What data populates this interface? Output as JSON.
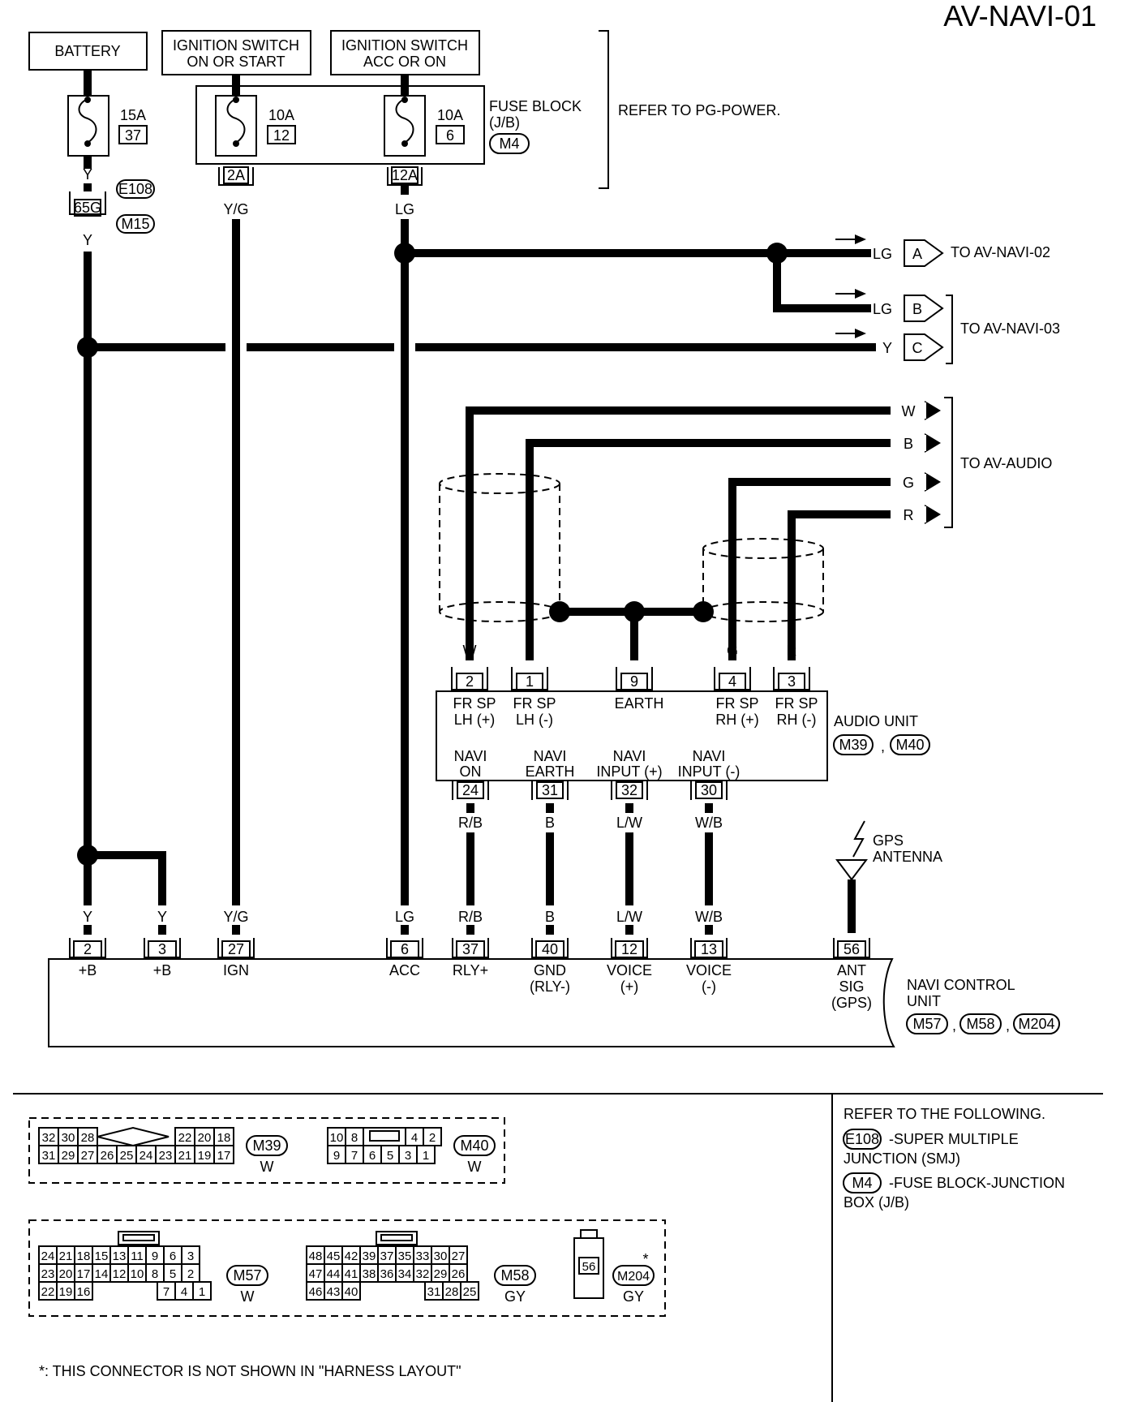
{
  "page_id": "AV-NAVI-01",
  "sources": {
    "battery": "BATTERY",
    "ign_on_start": [
      "IGNITION SWITCH",
      "ON OR START"
    ],
    "ign_acc_on": [
      "IGNITION SWITCH",
      "ACC OR ON"
    ]
  },
  "fuses": [
    {
      "amp": "15A",
      "num": "37"
    },
    {
      "amp": "10A",
      "num": "12"
    },
    {
      "amp": "10A",
      "num": "6"
    }
  ],
  "fuse_block": {
    "label": [
      "FUSE BLOCK",
      "(J/B)"
    ],
    "connector": "M4",
    "refer": "REFER TO PG-POWER."
  },
  "junction": {
    "pin": "65G",
    "conn_top": "E108",
    "conn_bottom": "M15"
  },
  "fuse_block_pins": [
    "2A",
    "12A"
  ],
  "wire_colors": {
    "batt_above": "Y",
    "batt_below": "Y",
    "ign": "Y/G",
    "acc": "LG",
    "navi02": "LG",
    "navi03_b": "LG",
    "navi03_c": "Y",
    "audio_w": "W",
    "audio_b": "B",
    "audio_g": "G",
    "audio_r": "R"
  },
  "off_page": [
    {
      "letter": "A",
      "target": "TO  AV-NAVI-02"
    },
    {
      "letter": "B"
    },
    {
      "letter": "C"
    }
  ],
  "navi03_target": "TO AV-NAVI-03",
  "audio_target": "TO AV-AUDIO",
  "audio_unit": {
    "name": "AUDIO UNIT",
    "connectors": [
      "M39",
      "M40"
    ],
    "top_pins": [
      {
        "pin": "2",
        "color": "W",
        "name": [
          "FR SP",
          "LH (+)"
        ]
      },
      {
        "pin": "1",
        "color": "B",
        "name": [
          "FR SP",
          "LH (-)"
        ]
      },
      {
        "pin": "9",
        "color": "",
        "name": [
          "EARTH",
          ""
        ]
      },
      {
        "pin": "4",
        "color": "G",
        "name": [
          "FR SP",
          "RH (+)"
        ]
      },
      {
        "pin": "3",
        "color": "R",
        "name": [
          "FR SP",
          "RH (-)"
        ]
      }
    ],
    "bottom_pins": [
      {
        "pin": "24",
        "color": "R/B",
        "name": [
          "NAVI",
          "ON"
        ]
      },
      {
        "pin": "31",
        "color": "B",
        "name": [
          "NAVI",
          "EARTH"
        ]
      },
      {
        "pin": "32",
        "color": "L/W",
        "name": [
          "NAVI",
          "INPUT (+)"
        ]
      },
      {
        "pin": "30",
        "color": "W/B",
        "name": [
          "NAVI",
          "INPUT (-)"
        ]
      }
    ]
  },
  "gps_antenna": [
    "GPS",
    "ANTENNA"
  ],
  "navi_unit": {
    "name": [
      "NAVI CONTROL",
      "UNIT"
    ],
    "connectors": [
      "M57",
      "M58",
      "M204"
    ],
    "pins": [
      {
        "pin": "2",
        "color": "Y",
        "name": [
          "+B"
        ]
      },
      {
        "pin": "3",
        "color": "Y",
        "name": [
          "+B"
        ]
      },
      {
        "pin": "27",
        "color": "Y/G",
        "name": [
          "IGN"
        ]
      },
      {
        "pin": "6",
        "color": "LG",
        "name": [
          "ACC"
        ]
      },
      {
        "pin": "37",
        "color": "R/B",
        "name": [
          "RLY+"
        ]
      },
      {
        "pin": "40",
        "color": "B",
        "name": [
          "GND",
          "(RLY-)"
        ]
      },
      {
        "pin": "12",
        "color": "L/W",
        "name": [
          "VOICE",
          "(+)"
        ]
      },
      {
        "pin": "13",
        "color": "W/B",
        "name": [
          "VOICE",
          "(-)"
        ]
      },
      {
        "pin": "56",
        "color": "",
        "name": [
          "ANT",
          "SIG",
          "(GPS)"
        ]
      }
    ]
  },
  "refer_box": {
    "title": "REFER TO THE FOLLOWING.",
    "items": [
      {
        "conn": "E108",
        "text": [
          "-SUPER MULTIPLE",
          "JUNCTION (SMJ)"
        ]
      },
      {
        "conn": "M4",
        "text": [
          "-FUSE BLOCK-JUNCTION",
          "BOX (J/B)"
        ]
      }
    ]
  },
  "connector_faces": {
    "M39": {
      "name": "M39",
      "color": "W",
      "row1": [
        "32",
        "30",
        "28",
        "22",
        "20",
        "18"
      ],
      "row2": [
        "31",
        "29",
        "27",
        "26",
        "25",
        "24",
        "23",
        "21",
        "19",
        "17"
      ]
    },
    "M40": {
      "name": "M40",
      "color": "W",
      "row1": [
        "10",
        "8",
        "4",
        "2"
      ],
      "row2": [
        "9",
        "7",
        "6",
        "5",
        "3",
        "1"
      ]
    },
    "M57": {
      "name": "M57",
      "color": "W",
      "row1": [
        "24",
        "21",
        "18",
        "15",
        "13",
        "11",
        "9",
        "6",
        "3"
      ],
      "row2": [
        "23",
        "20",
        "17",
        "14",
        "12",
        "10",
        "8",
        "5",
        "2"
      ],
      "row3": [
        "22",
        "19",
        "16",
        "7",
        "4",
        "1"
      ]
    },
    "M58": {
      "name": "M58",
      "color": "GY",
      "row1": [
        "48",
        "45",
        "42",
        "39",
        "37",
        "35",
        "33",
        "30",
        "27"
      ],
      "row2": [
        "47",
        "44",
        "41",
        "38",
        "36",
        "34",
        "32",
        "29",
        "26"
      ],
      "row3": [
        "46",
        "43",
        "40",
        "31",
        "28",
        "25"
      ]
    },
    "M204": {
      "name": "M204",
      "color": "GY",
      "pin": "56",
      "star": "*"
    }
  },
  "footnote": "*: THIS CONNECTOR IS NOT SHOWN IN \"HARNESS LAYOUT\""
}
